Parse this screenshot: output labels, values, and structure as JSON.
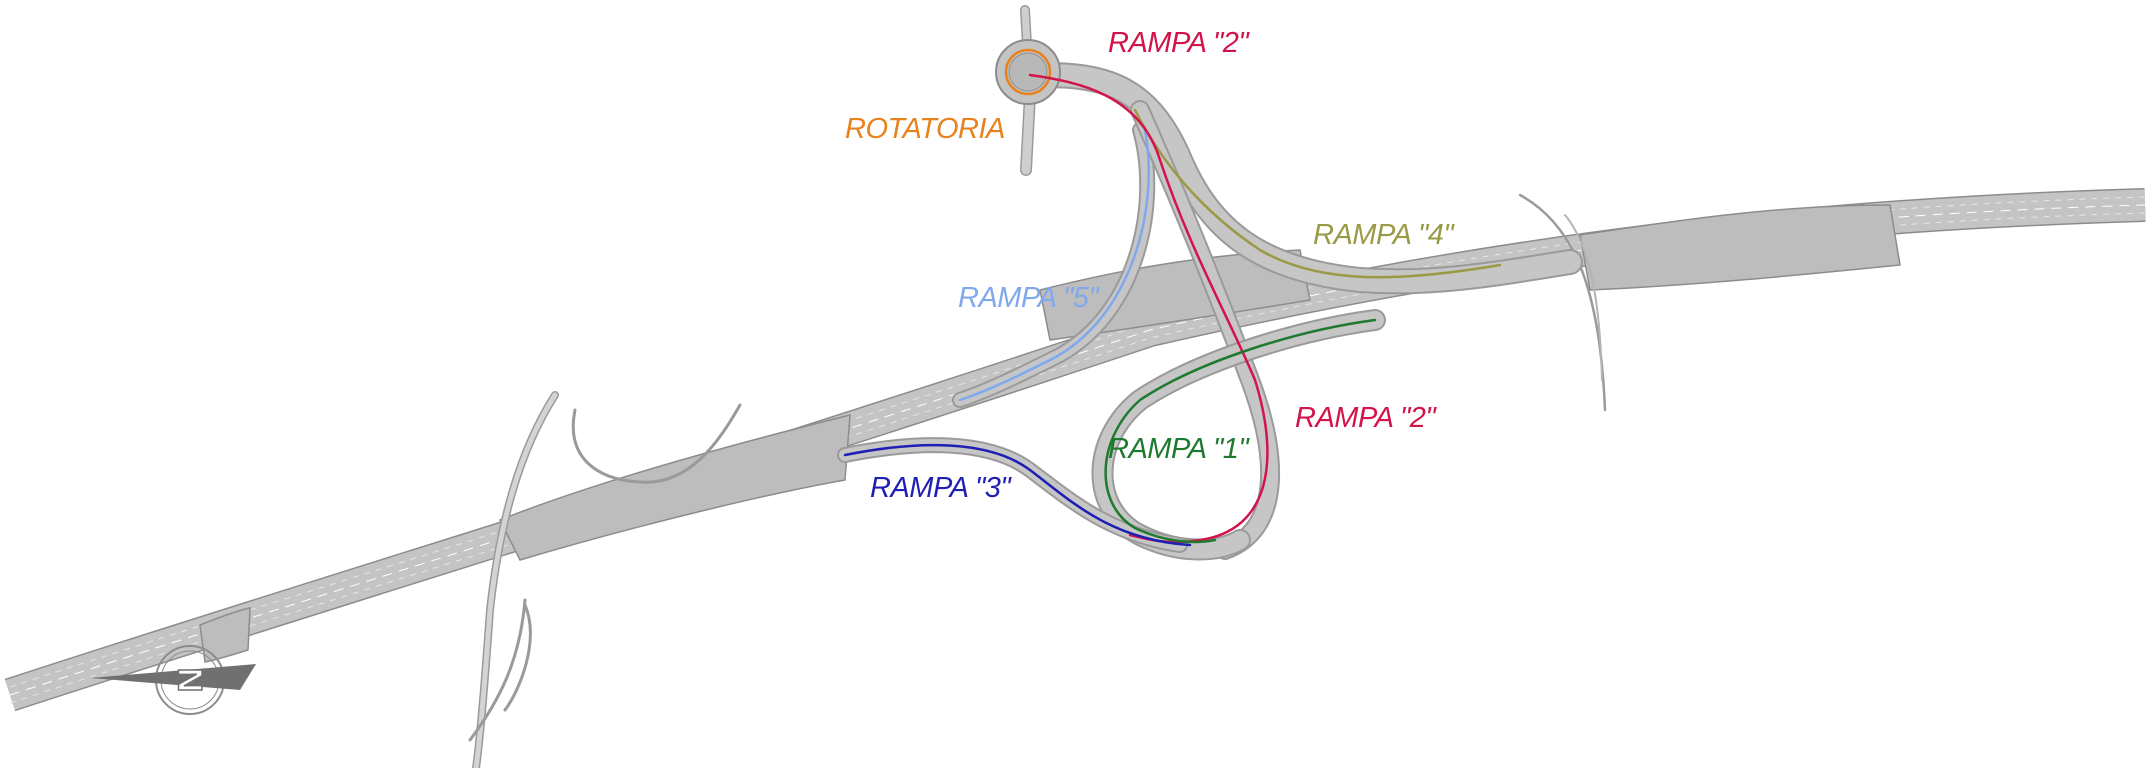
{
  "labels": {
    "rotatoria": "ROTATORIA",
    "rampa_2_top": "RAMPA \"2\"",
    "rampa_4": "RAMPA \"4\"",
    "rampa_5": "RAMPA \"5\"",
    "rampa_1": "RAMPA \"1\"",
    "rampa_2_right": "RAMPA \"2\"",
    "rampa_3": "RAMPA \"3\""
  },
  "colors": {
    "road_fill": "#bfbfbf",
    "road_edge": "#8c8c8c",
    "lane_line": "#ffffff",
    "rotatoria": "#e8821e",
    "rampa_1": "#1e7a2e",
    "rampa_2": "#d2144a",
    "rampa_3": "#1f1fb4",
    "rampa_4": "#9a9a46",
    "rampa_5": "#7fa8ee"
  },
  "icons": {
    "north_arrow": "north-arrow-icon"
  }
}
